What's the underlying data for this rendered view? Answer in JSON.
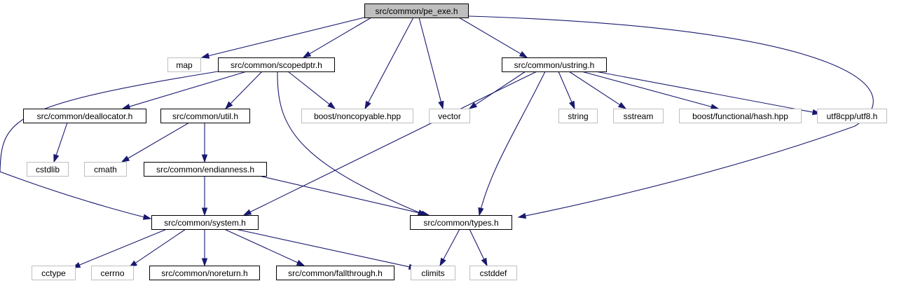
{
  "diagram": {
    "nodes": [
      {
        "id": "pe_exe",
        "label": "src/common/pe_exe.h",
        "kind": "root"
      },
      {
        "id": "map",
        "label": "map",
        "kind": "external"
      },
      {
        "id": "scopedptr",
        "label": "src/common/scopedptr.h",
        "kind": "internal"
      },
      {
        "id": "ustring",
        "label": "src/common/ustring.h",
        "kind": "internal"
      },
      {
        "id": "deallocator",
        "label": "src/common/deallocator.h",
        "kind": "internal"
      },
      {
        "id": "util",
        "label": "src/common/util.h",
        "kind": "internal"
      },
      {
        "id": "noncopyable",
        "label": "boost/noncopyable.hpp",
        "kind": "external"
      },
      {
        "id": "vector",
        "label": "vector",
        "kind": "external"
      },
      {
        "id": "string",
        "label": "string",
        "kind": "external"
      },
      {
        "id": "sstream",
        "label": "sstream",
        "kind": "external"
      },
      {
        "id": "hash",
        "label": "boost/functional/hash.hpp",
        "kind": "external"
      },
      {
        "id": "utf8",
        "label": "utf8cpp/utf8.h",
        "kind": "external"
      },
      {
        "id": "cstdlib",
        "label": "cstdlib",
        "kind": "external"
      },
      {
        "id": "cmath",
        "label": "cmath",
        "kind": "external"
      },
      {
        "id": "endianness",
        "label": "src/common/endianness.h",
        "kind": "internal"
      },
      {
        "id": "system",
        "label": "src/common/system.h",
        "kind": "internal"
      },
      {
        "id": "types",
        "label": "src/common/types.h",
        "kind": "internal"
      },
      {
        "id": "cctype",
        "label": "cctype",
        "kind": "external"
      },
      {
        "id": "cerrno",
        "label": "cerrno",
        "kind": "external"
      },
      {
        "id": "noreturn",
        "label": "src/common/noreturn.h",
        "kind": "internal"
      },
      {
        "id": "fallthrough",
        "label": "src/common/fallthrough.h",
        "kind": "internal"
      },
      {
        "id": "climits",
        "label": "climits",
        "kind": "external"
      },
      {
        "id": "cstddef",
        "label": "cstddef",
        "kind": "external"
      }
    ],
    "edges": [
      {
        "from": "pe_exe",
        "to": "map"
      },
      {
        "from": "pe_exe",
        "to": "scopedptr"
      },
      {
        "from": "pe_exe",
        "to": "noncopyable"
      },
      {
        "from": "pe_exe",
        "to": "vector"
      },
      {
        "from": "pe_exe",
        "to": "ustring"
      },
      {
        "from": "pe_exe",
        "to": "types"
      },
      {
        "from": "scopedptr",
        "to": "system"
      },
      {
        "from": "scopedptr",
        "to": "deallocator"
      },
      {
        "from": "scopedptr",
        "to": "util"
      },
      {
        "from": "scopedptr",
        "to": "noncopyable"
      },
      {
        "from": "scopedptr",
        "to": "types"
      },
      {
        "from": "ustring",
        "to": "vector"
      },
      {
        "from": "ustring",
        "to": "string"
      },
      {
        "from": "ustring",
        "to": "sstream"
      },
      {
        "from": "ustring",
        "to": "hash"
      },
      {
        "from": "ustring",
        "to": "utf8"
      },
      {
        "from": "ustring",
        "to": "system"
      },
      {
        "from": "ustring",
        "to": "types"
      },
      {
        "from": "deallocator",
        "to": "cstdlib"
      },
      {
        "from": "util",
        "to": "cmath"
      },
      {
        "from": "util",
        "to": "endianness"
      },
      {
        "from": "endianness",
        "to": "system"
      },
      {
        "from": "endianness",
        "to": "types"
      },
      {
        "from": "system",
        "to": "cctype"
      },
      {
        "from": "system",
        "to": "cerrno"
      },
      {
        "from": "system",
        "to": "noreturn"
      },
      {
        "from": "system",
        "to": "fallthrough"
      },
      {
        "from": "system",
        "to": "climits"
      },
      {
        "from": "types",
        "to": "climits"
      },
      {
        "from": "types",
        "to": "cstddef"
      }
    ],
    "colors": {
      "edge": "#191970",
      "root_fill": "#bfbfbf",
      "internal_border": "#000000",
      "external_border": "#bfbfbf"
    }
  }
}
